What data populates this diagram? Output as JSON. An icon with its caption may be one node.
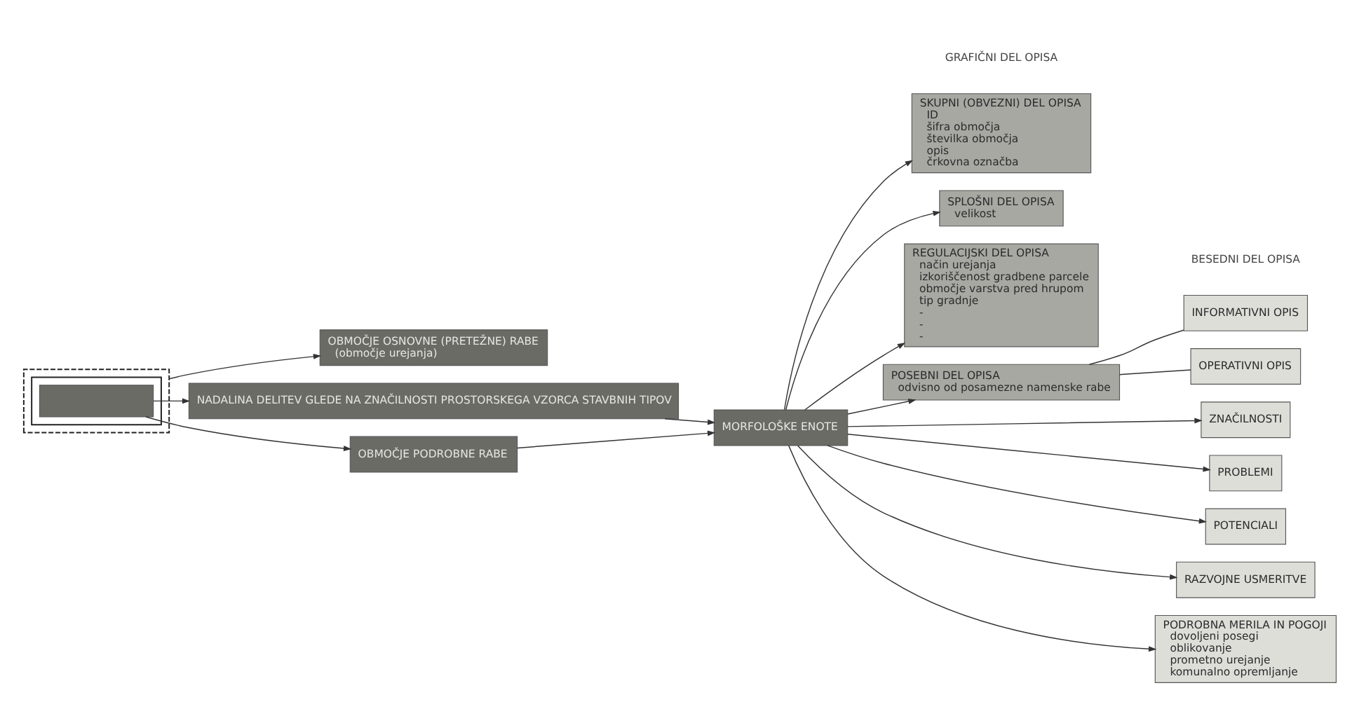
{
  "diagram": {
    "nodes": [
      {
        "text": [],
        "shape": "box"
      },
      {
        "text": [],
        "shape": "box",
        "in": 0
      },
      {
        "text": [],
        "shape": "box",
        "in": 1
      },
      {
        "text": [
          "OBMOČJE OSNOVNE (PRETEŽNE) RABE",
          "(območje urejanja)"
        ]
      },
      {
        "text": [
          "NADALINA DELITEV GLEDE NA ZNAČILNOSTI PROSTORSKEGA VZORCA STAVBNIH TIPOV"
        ]
      },
      {
        "text": [
          "OBMOČJE PODROBNE RABE"
        ]
      },
      {
        "text": [
          "MORFOLOŠKE ENOTE"
        ]
      },
      {
        "text": [
          "SKUPNI (OBVEZNI) DEL OPISA",
          "ID",
          "šifra območja",
          "številka območja",
          "opis",
          "črkovna označba"
        ]
      },
      {
        "text": [
          "SPLOŠNI DEL OPISA",
          "velikost"
        ]
      },
      {
        "text": [
          "REGULACIJSKI DEL OPISA",
          "način urejanja",
          "izkoriščenost gradbene parcele",
          "območje varstva pred hrupom",
          "tip gradnje",
          "-",
          "-",
          "-"
        ]
      },
      {
        "text": [
          "POSEBNI DEL OPISA",
          "odvisno od posamezne namenske rabe"
        ]
      },
      {
        "text": [
          "INFORMATIVNI OPIS"
        ]
      },
      {
        "text": [
          "OPERATIVNI OPIS"
        ]
      },
      {
        "text": [
          "ZNAČILNOSTI"
        ]
      },
      {
        "text": [
          "PROBLEMI"
        ]
      },
      {
        "text": [
          "POTENCIALI"
        ]
      },
      {
        "text": [
          "RAZVOJNE USMERITVE"
        ]
      },
      {
        "text": [
          "PODROBNA MERILA IN POGOJI",
          "dovoljeni posegi",
          "oblikovanje",
          "prometno urejanje",
          "komunalno opremljanje"
        ]
      }
    ],
    "edges": [
      {
        "from": 0,
        "to": 3,
        "arrow": "to"
      },
      {
        "from": 2,
        "to": 4,
        "arrow": "to"
      },
      {
        "from": 2,
        "to": 5,
        "arrow": "to"
      },
      {
        "from": 4,
        "to": 6,
        "arrow": "to"
      },
      {
        "from": 5,
        "to": 6,
        "arrow": "to"
      },
      {
        "from": 6,
        "to": 7,
        "arrow": "to"
      },
      {
        "from": 6,
        "to": 8,
        "arrow": "to"
      },
      {
        "from": 6,
        "to": 9,
        "arrow": "to"
      },
      {
        "from": 6,
        "to": 10,
        "arrow": "to"
      },
      {
        "from": 6,
        "to": 13,
        "arrow": "to"
      },
      {
        "from": 6,
        "to": 14,
        "arrow": "to"
      },
      {
        "from": 6,
        "to": 15,
        "arrow": "to"
      },
      {
        "from": 6,
        "to": 16,
        "arrow": "to"
      },
      {
        "from": 6,
        "to": 17,
        "arrow": "to"
      },
      {
        "from": 10,
        "to": 11,
        "arrow": "none"
      },
      {
        "from": 10,
        "to": 12,
        "arrow": "none"
      }
    ],
    "labels": [
      "GRAFIČNI DEL OPISA",
      "BESEDNI DEL OPISA"
    ]
  }
}
